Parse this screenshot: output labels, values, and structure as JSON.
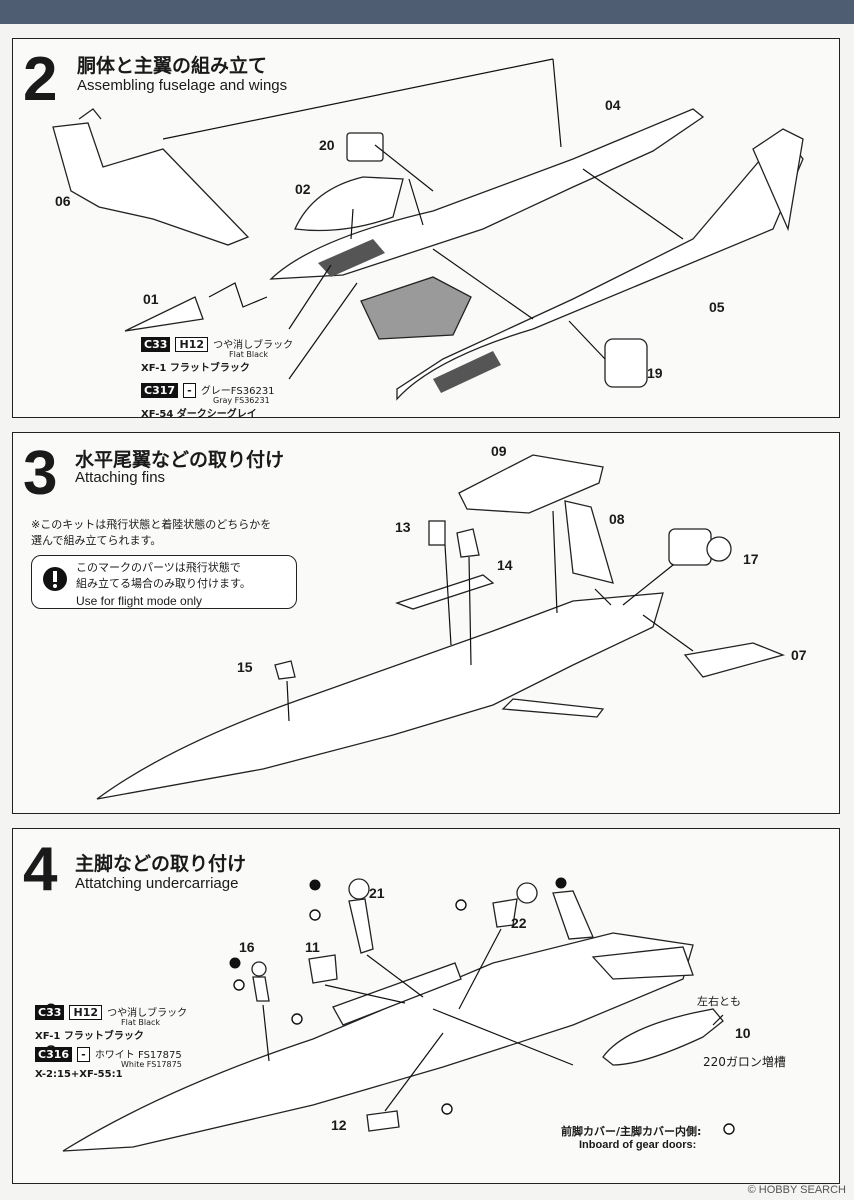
{
  "step2": {
    "num": "2",
    "title_jp": "胴体と主翼の組み立て",
    "title_en": "Assembling fuselage and wings",
    "parts": [
      "04",
      "20",
      "02",
      "06",
      "01",
      "05",
      "19"
    ],
    "paint1": {
      "code": "C33",
      "h": "H12",
      "jp": "つや消しブラック",
      "en": "Flat Black",
      "name": "XF-1 フラットブラック"
    },
    "paint2": {
      "code": "C317",
      "h": "-",
      "jp": "グレーFS36231",
      "en": "Gray FS36231",
      "name": "XF-54 ダークシーグレイ"
    }
  },
  "step3": {
    "num": "3",
    "title_jp": "水平尾翼などの取り付け",
    "title_en": "Attaching fins",
    "note_l1": "※このキットは飛行状態と着陸状態のどちらかを",
    "note_l2": "選んで組み立てられます。",
    "flight_l1": "このマークのパーツは飛行状態で",
    "flight_l2": "組み立てる場合のみ取り付けます。",
    "flight_en": "Use for flight mode only",
    "parts": [
      "09",
      "13",
      "14",
      "08",
      "17",
      "15",
      "07"
    ]
  },
  "step4": {
    "num": "4",
    "title_jp": "主脚などの取り付け",
    "title_en": "Attatching undercarriage",
    "parts": [
      "21",
      "22",
      "16",
      "11",
      "10",
      "12"
    ],
    "paint1": {
      "code": "C33",
      "h": "H12",
      "jp": "つや消しブラック",
      "en": "Flat Black",
      "name": "XF-1 フラットブラック"
    },
    "paint2": {
      "code": "C316",
      "h": "-",
      "jp": "ホワイト FS17875",
      "en": "White FS17875",
      "name": "X-2:15+XF-55:1"
    },
    "both_sides": "左右とも",
    "tank": "220ガロン増槽",
    "gear_jp": "前脚カバー/主脚カバー内側:",
    "gear_en": "Inboard of gear doors:"
  },
  "watermark": "© HOBBY SEARCH"
}
